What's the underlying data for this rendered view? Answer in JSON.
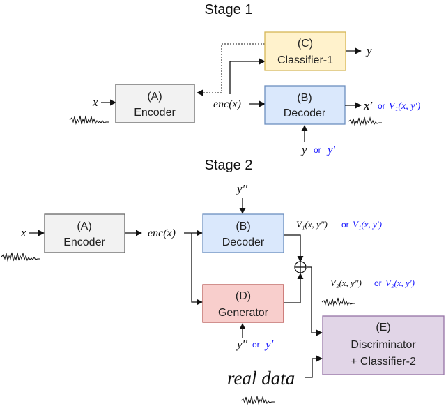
{
  "stage1": {
    "title": "Stage 1",
    "input_x": "x",
    "encoder": {
      "id": "(A)",
      "label": "Encoder"
    },
    "enc_label": "enc(x)",
    "classifier": {
      "id": "(C)",
      "label": "Classifier-1"
    },
    "classifier_out": "y",
    "decoder": {
      "id": "(B)",
      "label": "Decoder"
    },
    "decoder_out_main": "x′",
    "decoder_out_or": "or",
    "decoder_out_alt": "V₁(x, y′)",
    "decoder_cond_main": "y",
    "decoder_cond_or": "or",
    "decoder_cond_alt": "y′"
  },
  "stage2": {
    "title": "Stage 2",
    "input_x": "x",
    "encoder": {
      "id": "(A)",
      "label": "Encoder"
    },
    "enc_label": "enc(x)",
    "decoder": {
      "id": "(B)",
      "label": "Decoder"
    },
    "decoder_cond": "y′′",
    "decoder_out_main": "V₁(x, y′′)",
    "decoder_out_or": "or",
    "decoder_out_alt": "V₁(x, y′)",
    "generator": {
      "id": "(D)",
      "label": "Generator"
    },
    "generator_cond_main": "y′′",
    "generator_cond_or": "or",
    "generator_cond_alt": "y′",
    "sum_out_main": "V₂(x, y′′)",
    "sum_out_or": "or",
    "sum_out_alt": "V₂(x, y′)",
    "discriminator": {
      "id": "(E)",
      "line1": "Discriminator",
      "line2": "+ Classifier-2"
    },
    "real_data": "real data"
  },
  "colors": {
    "encoder_fill": "#f2f2f2",
    "encoder_stroke": "#666666",
    "classifier_fill": "#fff2cc",
    "classifier_stroke": "#d6b656",
    "decoder_fill": "#dae8fc",
    "decoder_stroke": "#6c8ebf",
    "generator_fill": "#f8cecc",
    "generator_stroke": "#b85450",
    "discriminator_fill": "#e1d5e7",
    "discriminator_stroke": "#9673a6",
    "highlight": "#1a1aff"
  }
}
